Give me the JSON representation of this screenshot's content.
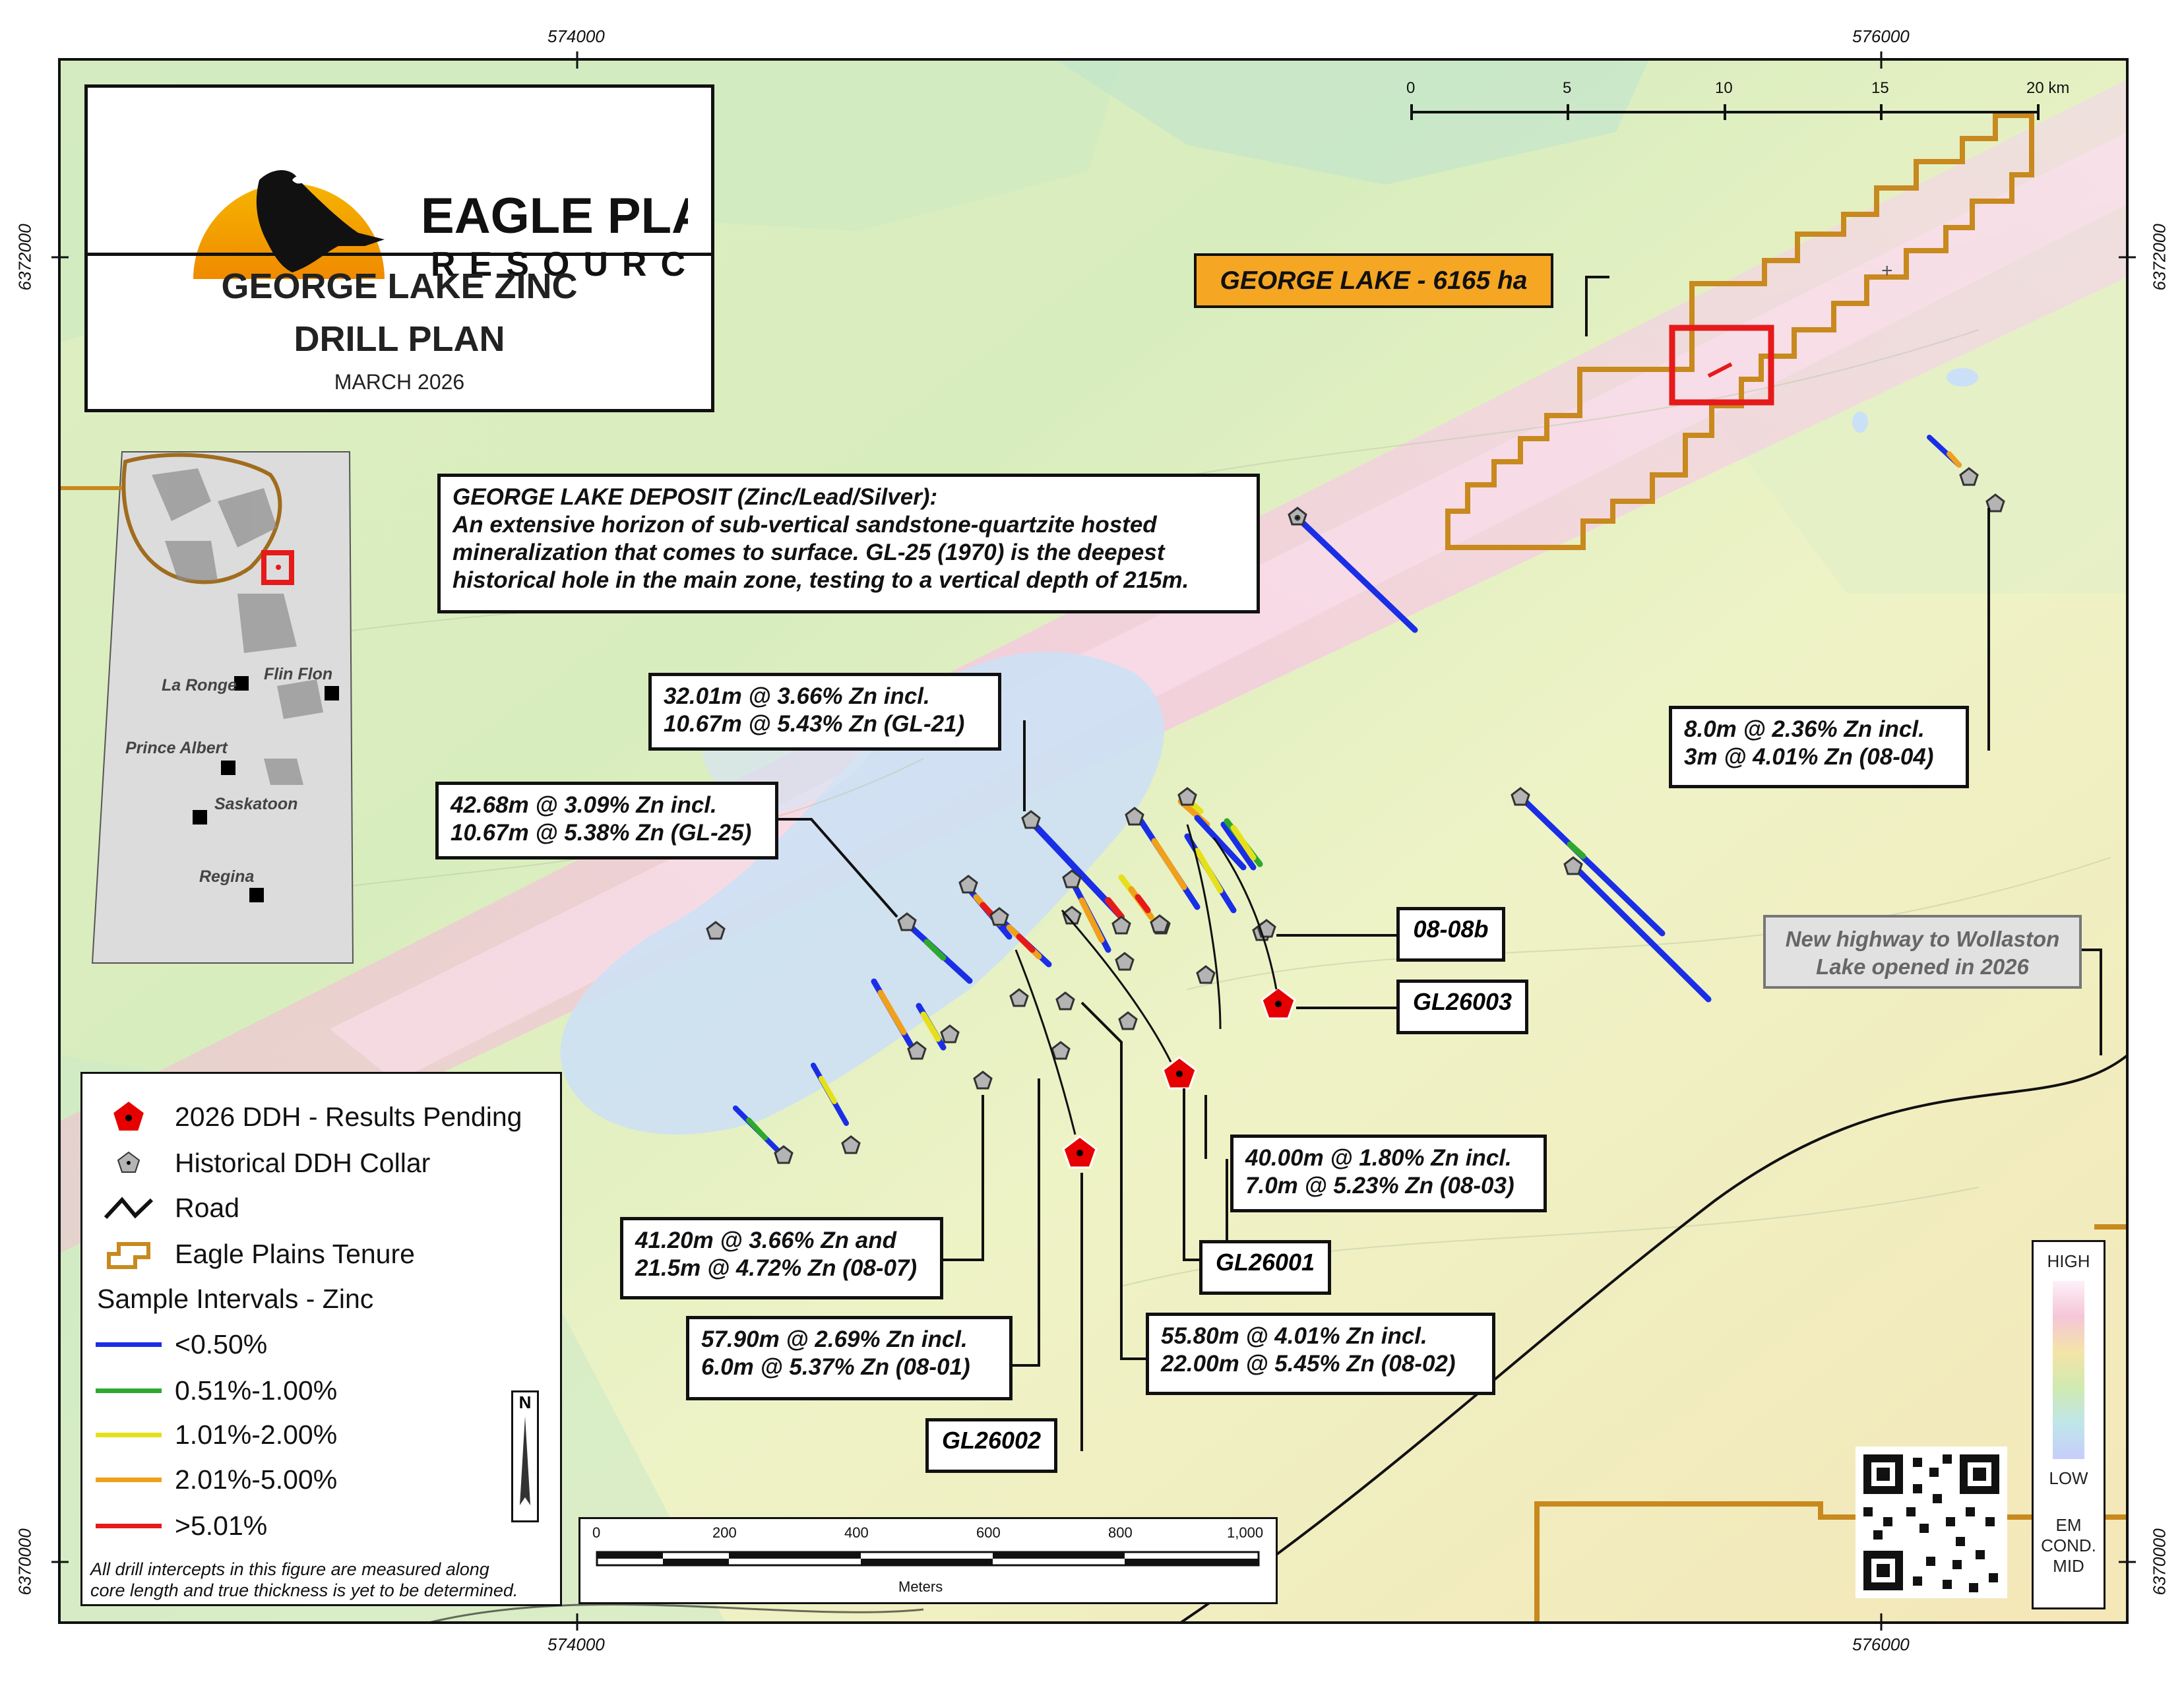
{
  "title": {
    "company_line1": "EAGLE PLAINS",
    "company_line2": "RESOURCES",
    "project": "GEORGE LAKE ZINC",
    "plan": "DRILL PLAN",
    "date": "MARCH 2026"
  },
  "tenure_label": "GEORGE LAKE - 6165 ha",
  "deposit_note": {
    "heading": "GEORGE LAKE DEPOSIT (Zinc/Lead/Silver):",
    "line1": "An extensive horizon of sub-vertical sandstone-quartzite hosted",
    "line2": "mineralization that comes to surface. GL-25 (1970) is the deepest",
    "line3": "historical hole in the main zone, testing to a vertical depth of 215m."
  },
  "intercepts": {
    "gl21": {
      "line1": "32.01m @ 3.66% Zn incl.",
      "line2": "10.67m @ 5.43% Zn (GL-21)"
    },
    "gl25": {
      "line1": "42.68m @ 3.09% Zn incl.",
      "line2": "10.67m @ 5.38% Zn (GL-25)"
    },
    "h0804": {
      "line1": "8.0m @ 2.36% Zn incl.",
      "line2": "3m @ 4.01% Zn (08-04)"
    },
    "h0803": {
      "line1": "40.00m @ 1.80% Zn incl.",
      "line2": "7.0m @ 5.23% Zn (08-03)"
    },
    "h0807": {
      "line1": "41.20m @ 3.66% Zn and",
      "line2": "21.5m @ 4.72% Zn (08-07)"
    },
    "h0801": {
      "line1": "57.90m @ 2.69% Zn incl.",
      "line2": "6.0m @ 5.37% Zn (08-01)"
    },
    "h0802": {
      "line1": "55.80m @ 4.01% Zn incl.",
      "line2": "22.00m @ 5.45% Zn (08-02)"
    }
  },
  "holes": {
    "h0808b": "08-08b",
    "gl26003": "GL26003",
    "gl26001": "GL26001",
    "gl26002": "GL26002"
  },
  "highway_note": {
    "line1": "New highway to Wollaston",
    "line2": "Lake opened in 2026"
  },
  "inset_towns": [
    "La Ronge",
    "Flin Flon",
    "Prince Albert",
    "Saskatoon",
    "Regina"
  ],
  "grid": {
    "top_x": [
      "574000",
      "576000"
    ],
    "bottom_x": [
      "574000",
      "576000"
    ],
    "left_y": [
      "6372000",
      "6370000"
    ],
    "right_y": [
      "6372000",
      "6370000"
    ]
  },
  "km_scale": {
    "ticks": [
      "0",
      "5",
      "10",
      "15",
      "20 km"
    ]
  },
  "m_scale": {
    "ticks": [
      "0",
      "200",
      "400",
      "600",
      "800",
      "1,000"
    ],
    "unit": "Meters"
  },
  "legend": {
    "ddh_2026": "2026 DDH - Results Pending",
    "hist_ddh": "Historical DDH Collar",
    "road": "Road",
    "tenure": "Eagle Plains Tenure",
    "sample_heading": "Sample Intervals - Zinc",
    "bins": [
      {
        "label": "<0.50%",
        "color": "#1a2ee6"
      },
      {
        "label": "0.51%-1.00%",
        "color": "#2ea82e"
      },
      {
        "label": "1.01%-2.00%",
        "color": "#e6e01a"
      },
      {
        "label": "2.01%-5.00%",
        "color": "#f0a01a"
      },
      {
        "label": ">5.01%",
        "color": "#e61a1a"
      }
    ],
    "footnote1": "All drill intercepts in this figure are measured along",
    "footnote2": "core length and true thickness is yet to be determined."
  },
  "em_legend": {
    "high": "HIGH",
    "low": "LOW",
    "line1": "EM",
    "line2": "COND.",
    "line3": "MID"
  },
  "north": "N",
  "colors": {
    "tenure": "#c8891e",
    "new_ddh": "#e60000",
    "hist_ddh": "#b4b4b4",
    "tenure_label_bg": "#f5a623"
  }
}
